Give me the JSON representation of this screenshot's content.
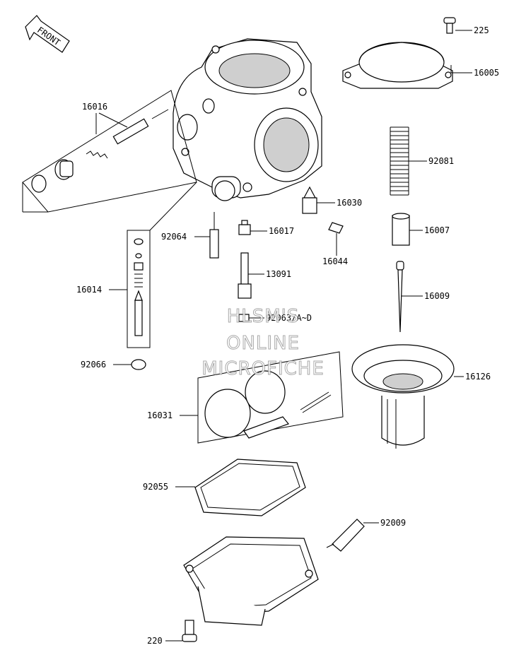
{
  "front_arrow": {
    "label": "FRONT"
  },
  "labels": {
    "p225": "225",
    "p16005": "16005",
    "p16016": "16016",
    "p92081": "92081",
    "p16030": "16030",
    "p92064": "92064",
    "p16017": "16017",
    "p16007": "16007",
    "p16044": "16044",
    "p16014": "16014",
    "p13091": "13091",
    "p16009": "16009",
    "p92063": "92063/A~D",
    "p92066": "92066",
    "p16126": "16126",
    "p16031": "16031",
    "p92055": "92055",
    "p92009": "92009",
    "p220": "220"
  },
  "watermark": {
    "line1": "HLSM'S",
    "line2": "ONLINE",
    "line3": "MICROFICHE"
  }
}
